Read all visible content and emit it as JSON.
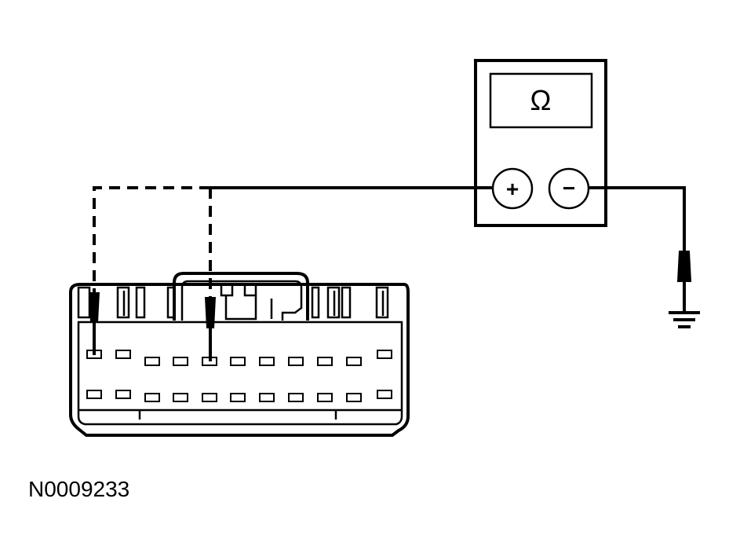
{
  "meter": {
    "display_symbol": "Ω",
    "positive_symbol": "+",
    "negative_symbol": "−"
  },
  "figure_id": "N0009233",
  "connector": {
    "rows": 2,
    "pins_per_row": 11
  }
}
